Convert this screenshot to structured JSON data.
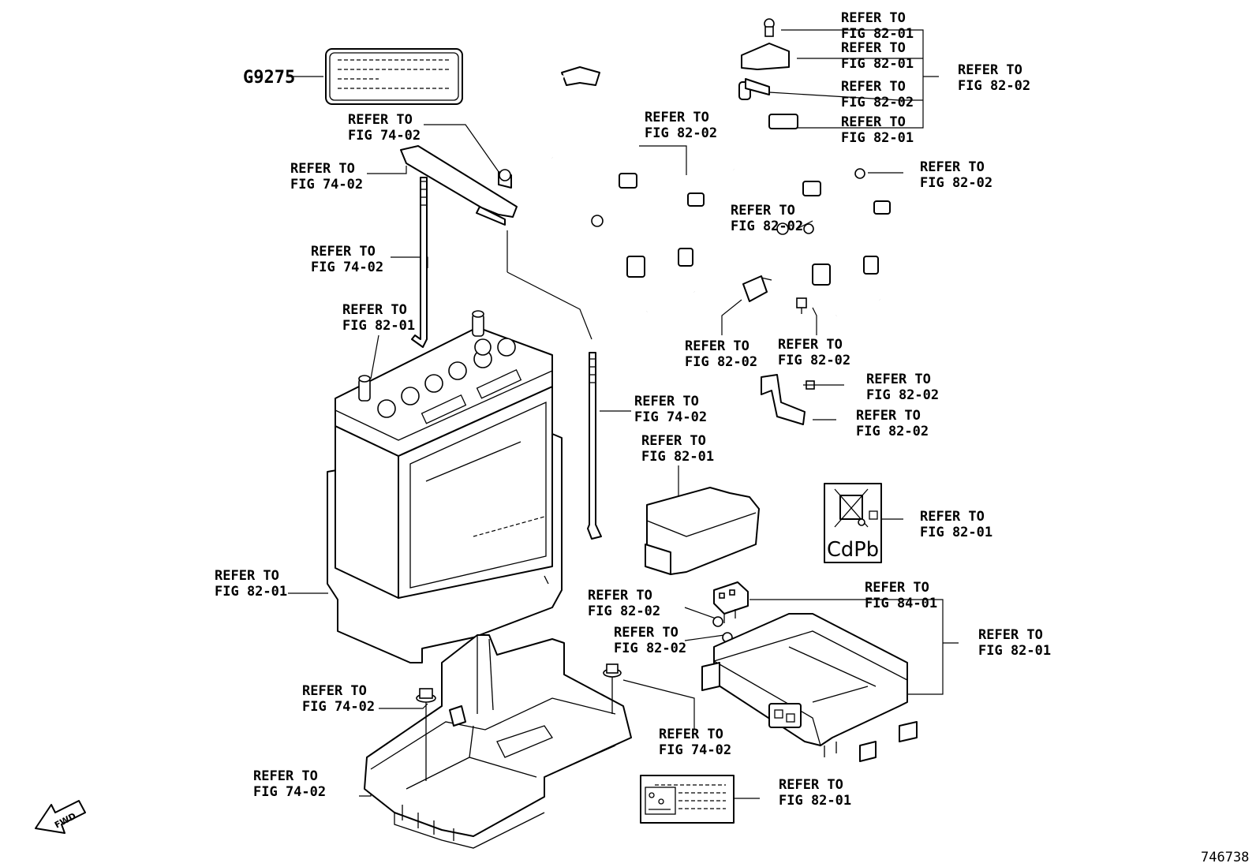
{
  "part_code": "G9275",
  "figure_number": "746738",
  "fwd_label": "FWD",
  "recycle_label": "CdPb",
  "callouts": [
    {
      "line1": "REFER TO",
      "line2": "FIG 74-02"
    },
    {
      "line1": "REFER TO",
      "line2": "FIG 74-02"
    },
    {
      "line1": "REFER TO",
      "line2": "FIG 74-02"
    },
    {
      "line1": "REFER TO",
      "line2": "FIG 82-01"
    },
    {
      "line1": "REFER TO",
      "line2": "FIG 74-02"
    },
    {
      "line1": "REFER TO",
      "line2": "FIG 82-01"
    },
    {
      "line1": "REFER TO",
      "line2": "FIG 74-02"
    },
    {
      "line1": "REFER TO",
      "line2": "FIG 74-02"
    },
    {
      "line1": "REFER TO",
      "line2": "FIG 74-02"
    },
    {
      "line1": "REFER TO",
      "line2": "FIG 82-02"
    },
    {
      "line1": "REFER TO",
      "line2": "FIG 82-01"
    },
    {
      "line1": "REFER TO",
      "line2": "FIG 82-01"
    },
    {
      "line1": "REFER TO",
      "line2": "FIG 82-02"
    },
    {
      "line1": "REFER TO",
      "line2": "FIG 82-01"
    },
    {
      "line1": "REFER TO",
      "line2": "FIG 82-02"
    },
    {
      "line1": "REFER TO",
      "line2": "FIG 82-02"
    },
    {
      "line1": "REFER TO",
      "line2": "FIG 82-02"
    },
    {
      "line1": "REFER TO",
      "line2": "FIG 82-02"
    },
    {
      "line1": "REFER TO",
      "line2": "FIG 82-02"
    },
    {
      "line1": "REFER TO",
      "line2": "FIG 82-02"
    },
    {
      "line1": "REFER TO",
      "line2": "FIG 82-02"
    },
    {
      "line1": "REFER TO",
      "line2": "FIG 82-01"
    },
    {
      "line1": "REFER TO",
      "line2": "FIG 82-01"
    },
    {
      "line1": "REFER TO",
      "line2": "FIG 84-01"
    },
    {
      "line1": "REFER TO",
      "line2": "FIG 82-02"
    },
    {
      "line1": "REFER TO",
      "line2": "FIG 82-02"
    },
    {
      "line1": "REFER TO",
      "line2": "FIG 82-01"
    },
    {
      "line1": "REFER TO",
      "line2": "FIG 82-01"
    }
  ]
}
